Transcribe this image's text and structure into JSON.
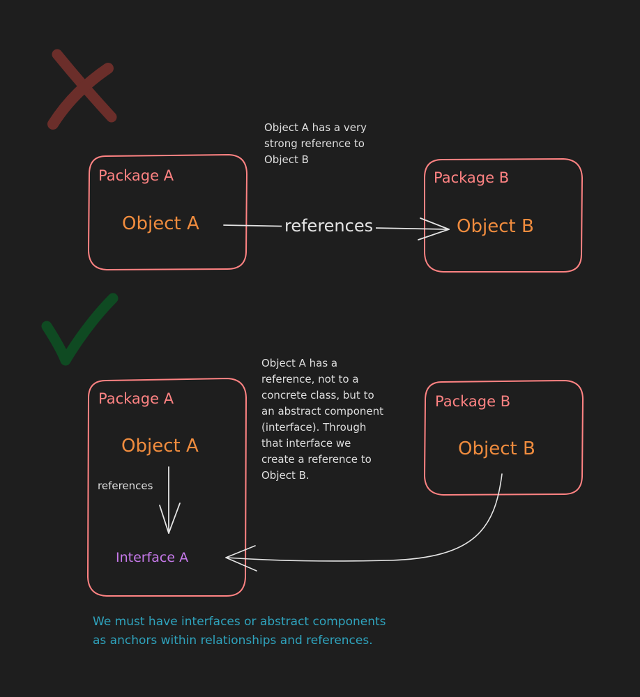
{
  "colors": {
    "background": "#1e1e1e",
    "box_stroke": "#ff8383",
    "package_label": "#ff8383",
    "object_label": "#f08c3e",
    "interface_label": "#c679ea",
    "arrow": "#e4e4e4",
    "note_text": "#dedede",
    "footer_text": "#2fa3bd",
    "wrong_mark": "#6b2e2a",
    "right_mark": "#0f4a22"
  },
  "icons": {
    "wrong": "cross-mark",
    "right": "check-mark"
  },
  "top_example": {
    "package_a": {
      "label": "Package A",
      "object": "Object A"
    },
    "package_b": {
      "label": "Package B",
      "object": "Object B"
    },
    "edge_label": "references",
    "note_lines": [
      "Object A has a very",
      "strong reference to",
      "Object B"
    ]
  },
  "bottom_example": {
    "package_a": {
      "label": "Package A",
      "object": "Object A",
      "interface": "Interface A"
    },
    "package_b": {
      "label": "Package B",
      "object": "Object B"
    },
    "edge_label": "references",
    "note_lines": [
      "Object A has a",
      "reference, not to a",
      "concrete class, but to",
      "an abstract component",
      "(interface). Through",
      "that interface we",
      "create a reference to",
      "Object B."
    ]
  },
  "footer_lines": [
    "We must have interfaces or abstract components",
    "as anchors within relationships and references."
  ]
}
